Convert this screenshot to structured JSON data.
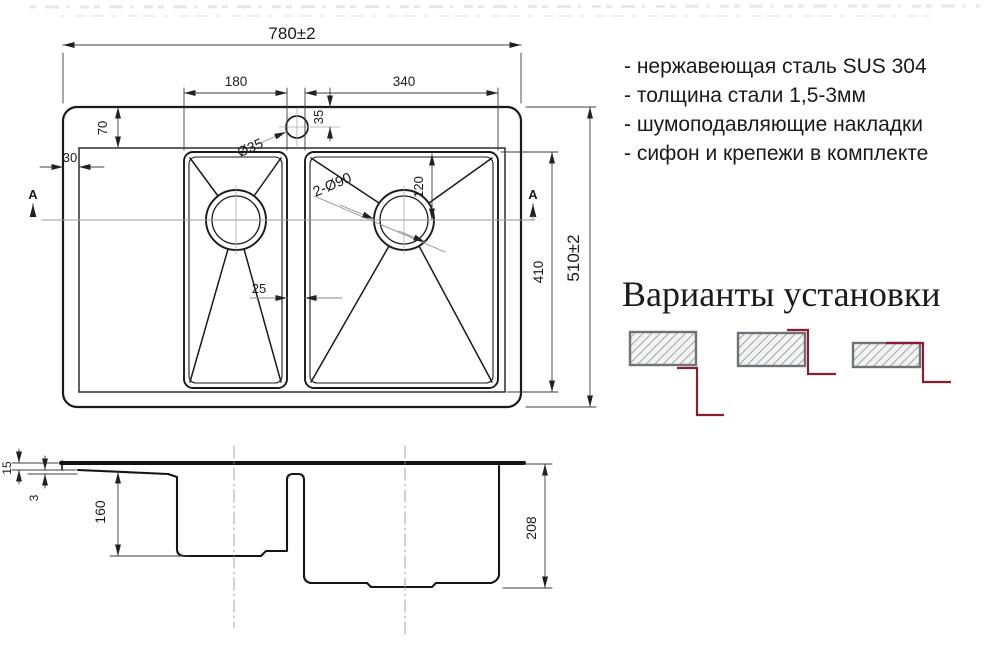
{
  "drawing": {
    "top_view": {
      "overall_width": "780±2",
      "overall_depth": "510±2",
      "left_bowl_width": "180",
      "right_bowl_width": "340",
      "edge_offset_top": "70",
      "edge_offset_left": "30",
      "faucet_hole_offset": "35",
      "faucet_hole_diameter": "Ø35",
      "drain_holes_label": "2-Ø90",
      "drain_offset_from_top": "120",
      "bowl_length": "410",
      "bowl_gap": "25",
      "section_label_left": "A",
      "section_label_right": "A"
    },
    "side_view": {
      "rim_height": "15",
      "ledge_drop": "3",
      "small_bowl_depth": "160",
      "large_bowl_depth": "208"
    }
  },
  "features": {
    "items": [
      "- нержавеющая сталь SUS 304",
      "- толщина стали 1,5-3мм",
      "- шумоподавляющие накладки",
      "- сифон и крепежи в комплекте"
    ]
  },
  "installation": {
    "title": "Варианты установки"
  },
  "colors": {
    "accent_red": "#8b1e2d",
    "line": "#1a1a1a",
    "hatch_border": "#6f7377"
  }
}
